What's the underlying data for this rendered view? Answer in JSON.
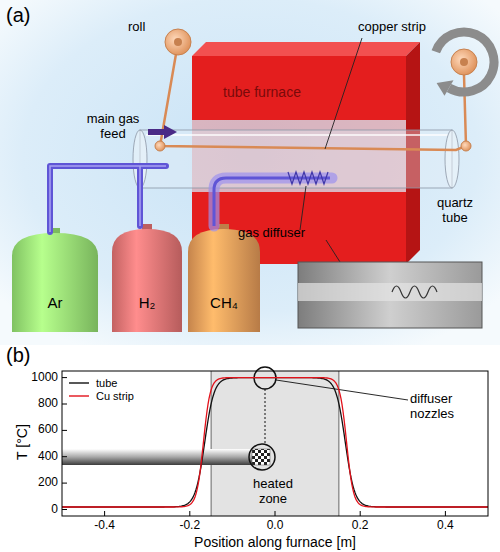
{
  "diagram": {
    "nodes": [
      {
        "text": [
          "tube furnace"
        ]
      },
      {
        "text": [
          "Ar"
        ]
      },
      {
        "text": [
          "H₂"
        ]
      },
      {
        "text": [
          "CH₄"
        ]
      }
    ],
    "labels": [
      "(a)",
      "roll",
      "copper strip",
      "main gas feed",
      "quartz tube",
      "gas diffuser",
      "(b)",
      "1000",
      "800",
      "600",
      "400",
      "200",
      "0",
      "-0.4",
      "-0.2",
      "0.0",
      "0.2",
      "0.4",
      "T [°C]",
      "Position along furnace [m]",
      "diffuser nozzles",
      "heated zone"
    ],
    "legend": [
      {
        "text": "tube"
      },
      {
        "text": "Cu strip"
      }
    ]
  }
}
